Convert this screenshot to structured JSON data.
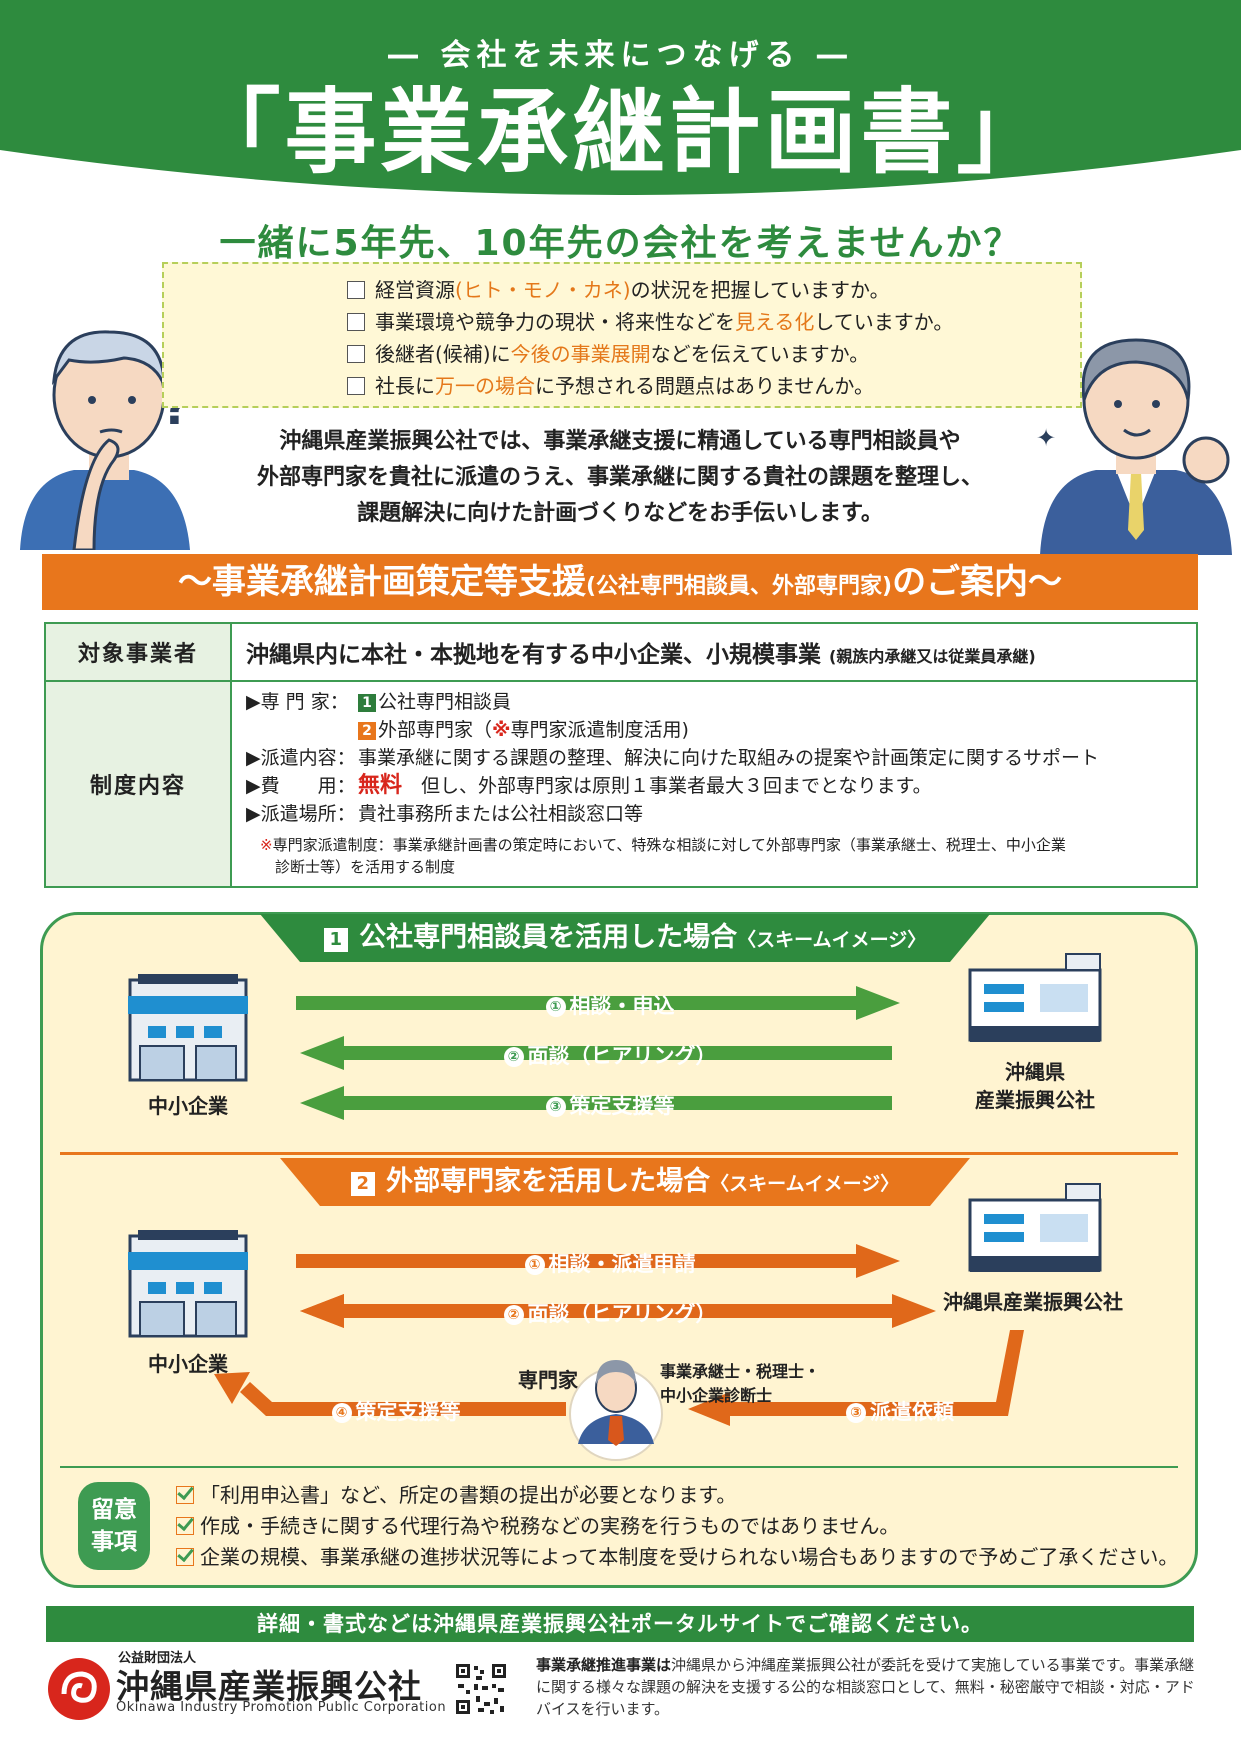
{
  "colors": {
    "green": "#3e9b52",
    "dark_green": "#2e8b3e",
    "orange": "#e8761c",
    "cream": "#fff4d1",
    "red": "#d8261c"
  },
  "header": {
    "subtitle": "― 会社を未来につなげる ―",
    "title": "「事業承継計画書」",
    "question": "一緒に5年先、10年先の会社を考えませんか？"
  },
  "checklist": [
    {
      "pre": "経営資源",
      "hl": "(ヒト・モノ・カネ)",
      "post": "の状況を把握していますか。"
    },
    {
      "pre": "事業環境や競争力の現状・将来性などを",
      "hl": "見える化",
      "post": "していますか。"
    },
    {
      "pre": "後継者(候補)に",
      "hl": "今後の事業展開",
      "post": "などを伝えていますか。"
    },
    {
      "pre": "社長に",
      "hl": "万一の場合",
      "post": "に予想される問題点はありませんか。"
    }
  ],
  "intro": [
    "沖縄県産業振興公社では、事業承継支援に精通している専門相談員や",
    "外部専門家を貴社に派遣のうえ、事業承継に関する貴社の課題を整理し、",
    "課題解決に向けた計画づくりなどをお手伝いします。"
  ],
  "banner": {
    "main1": "～事業承継計画策定等支援",
    "small": "(公社専門相談員、外部専門家)",
    "main2": "のご案内～"
  },
  "table": {
    "target_header": "対象事業者",
    "target_value": "沖縄県内に本社・本拠地を有する中小企業、小規模事業",
    "target_note": "(親族内承継又は従業員承継)",
    "content_header": "制度内容",
    "experts_label": "▶専 門 家：",
    "expert1_num": "1",
    "expert1": "公社専門相談員",
    "expert2_num": "2",
    "expert2_pre": "外部専門家（",
    "expert2_mark": "※",
    "expert2_post": "専門家派遣制度活用)",
    "dispatch_label": "▶派遣内容：",
    "dispatch_value": "事業承継に関する課題の整理、解決に向けた取組みの提案や計画策定に関するサポート",
    "cost_label": "▶費　　用：",
    "cost_free": "無料",
    "cost_note": "但し、外部専門家は原則１事業者最大３回までとなります。",
    "place_label": "▶派遣場所：",
    "place_value": "貴社事務所または公社相談窓口等",
    "note_mark": "※",
    "note_line1": "専門家派遣制度：事業承継計画書の策定時において、特殊な相談に対して外部専門家（事業承継士、税理士、中小企業",
    "note_line2": "診断士等）を活用する制度"
  },
  "scheme1": {
    "num": "1",
    "title": "公社専門相談員を活用した場合",
    "title_small": "〈スキームイメージ〉",
    "arrows": [
      {
        "num": "①",
        "label": "相談・申込"
      },
      {
        "num": "②",
        "label": "面談（ヒアリング）"
      },
      {
        "num": "③",
        "label": "策定支援等"
      }
    ],
    "left_label": "中小企業",
    "right_label_line1": "沖縄県",
    "right_label_line2": "産業振興公社"
  },
  "scheme2": {
    "num": "2",
    "title": "外部専門家を活用した場合",
    "title_small": "〈スキームイメージ〉",
    "arrows": [
      {
        "num": "①",
        "label": "相談・派遣申請"
      },
      {
        "num": "②",
        "label": "面談（ヒアリング）"
      },
      {
        "num": "③",
        "label": "派遣依頼"
      },
      {
        "num": "④",
        "label": "策定支援等"
      }
    ],
    "left_label": "中小企業",
    "right_label": "沖縄県産業振興公社",
    "expert_label": "専門家",
    "expert_types_line1": "事業承継士・税理士・",
    "expert_types_line2": "中小企業診断士"
  },
  "remarks": {
    "badge_line1": "留意",
    "badge_line2": "事項",
    "items": [
      "「利用申込書」など、所定の書類の提出が必要となります。",
      "作成・手続きに関する代理行為や税務などの実務を行うものではありません。",
      "企業の規模、事業承継の進捗状況等によって本制度を受けられない場合もありますので予めご了承ください。"
    ]
  },
  "portal": "詳細・書式などは沖縄県産業振興公社ポータルサイトでご確認ください。",
  "footer": {
    "org_type": "公益財団法人",
    "org_name": "沖縄県産業振興公社",
    "org_en": "Okinawa Industry Promotion Public Corporation",
    "desc_bold": "事業承継推進事業は",
    "desc_rest": "沖縄県から沖縄産業振興公社が委託を受けて実施している事業です。事業承継に関する様々な課題の解決を支援する公的な相談窓口として、無料・秘密厳守で相談・対応・アドバイスを行います。"
  }
}
